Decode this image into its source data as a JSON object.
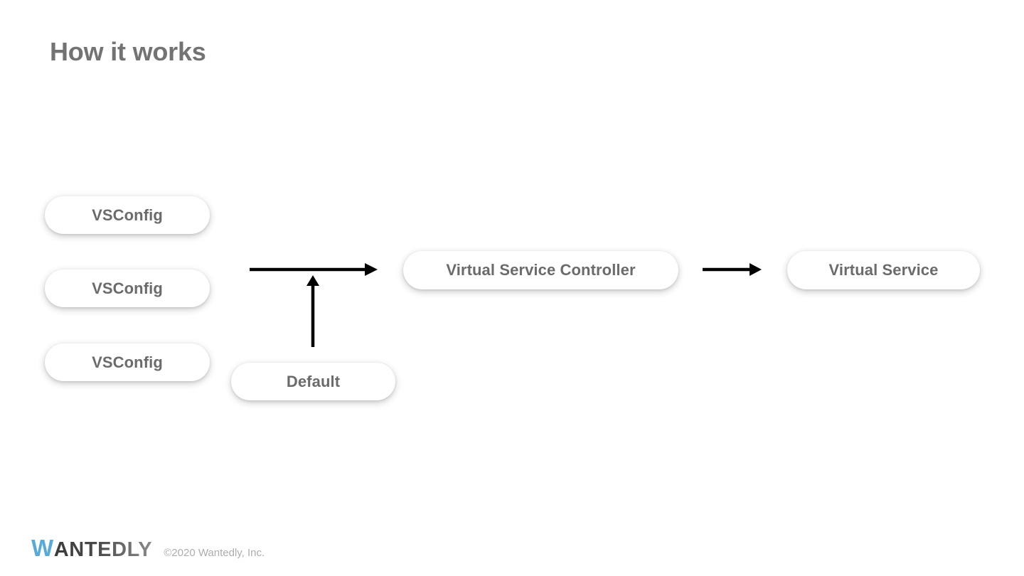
{
  "slide": {
    "title": "How it works",
    "background_color": "#ffffff",
    "text_color": "#6b6b6b",
    "title_color": "#737373"
  },
  "nodes": {
    "vsconfig_1": "VSConfig",
    "vsconfig_2": "VSConfig",
    "vsconfig_3": "VSConfig",
    "default": "Default",
    "controller": "Virtual Service Controller",
    "service": "Virtual Service"
  },
  "arrows": [
    {
      "name": "configs-to-controller",
      "direction": "right",
      "color": "#000000"
    },
    {
      "name": "default-to-flow",
      "direction": "up",
      "color": "#000000"
    },
    {
      "name": "controller-to-service",
      "direction": "right",
      "color": "#000000"
    }
  ],
  "footer": {
    "logo_initial": "W",
    "logo_rest": "ANTEDLY",
    "logo_accent_color": "#58aad8",
    "copyright": "©2020 Wantedly, Inc."
  }
}
